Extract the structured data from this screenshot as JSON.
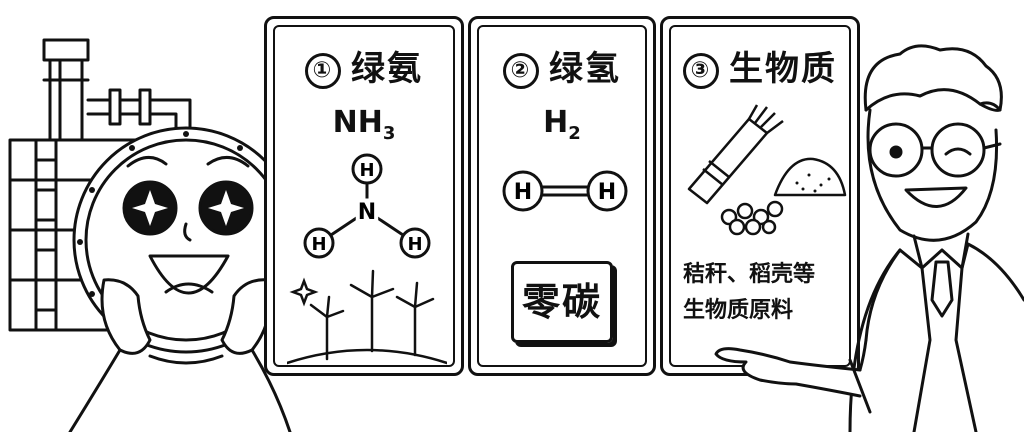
{
  "panels": [
    {
      "num": "①",
      "title": "绿氨",
      "formula_main": "NH",
      "formula_sub": "3",
      "atoms": {
        "center": "N",
        "top": "H",
        "left": "H",
        "right": "H"
      }
    },
    {
      "num": "②",
      "title": "绿氢",
      "formula_main": "H",
      "formula_sub": "2",
      "atoms": {
        "left": "H",
        "right": "H"
      },
      "badge": "零碳"
    },
    {
      "num": "③",
      "title": "生物质",
      "desc_line1": "秸秆、稻壳等",
      "desc_line2": "生物质原料"
    }
  ],
  "icons": [
    "wind-turbine-icon",
    "straw-bundle-icon",
    "rice-husk-pile-icon",
    "pellets-icon",
    "boiler-character",
    "scientist-character"
  ]
}
